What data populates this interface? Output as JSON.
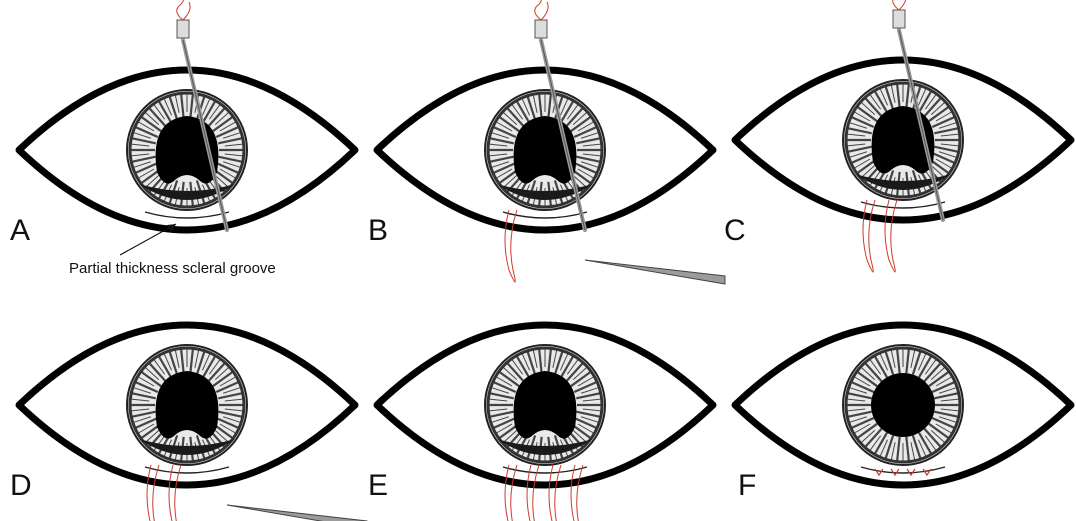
{
  "figure": {
    "panels": [
      {
        "label": "A",
        "pupil": "notched",
        "stage": "needle-through-groove"
      },
      {
        "label": "B",
        "pupil": "notched",
        "stage": "needle-with-forceps"
      },
      {
        "label": "C",
        "pupil": "notched",
        "stage": "multiple-passes"
      },
      {
        "label": "D",
        "pupil": "notched",
        "stage": "sutures-with-instrument"
      },
      {
        "label": "E",
        "pupil": "notched",
        "stage": "sutures-tightening"
      },
      {
        "label": "F",
        "pupil": "round",
        "stage": "sutures-tied"
      }
    ],
    "annotation": {
      "text": "Partial thickness scleral groove"
    },
    "colors": {
      "outline": "#000000",
      "suture": "#d23a2a",
      "needle": "#9a9a9a",
      "iris_light": "#e9e9e9",
      "iris_dark": "#444444"
    },
    "icons": [
      "eye-outline",
      "iris",
      "pupil",
      "needle",
      "suture-thread",
      "forceps-instrument"
    ]
  }
}
